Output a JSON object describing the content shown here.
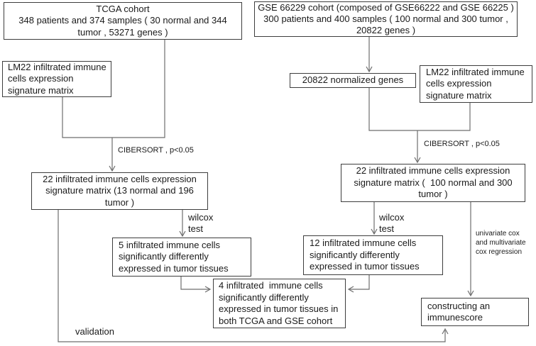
{
  "figure": {
    "background_color": "#ffffff",
    "box_border_color": "#3d3d3d",
    "line_color": "#6e6e6e",
    "text_color": "#1a1a1a"
  },
  "boxes": {
    "tcga": {
      "text": "TCGA cohort\n348 patients and 374 samples ( 30 normal and 344\ntumor , 53271 genes )"
    },
    "gse": {
      "text": "GSE 66229 cohort (composed of GSE66222 and GSE 66225 )\n300 patients and 400 samples ( 100 normal and 300 tumor ,\n20822 genes )"
    },
    "lm22_left": {
      "text": "LM22 infiltrated immune\ncells expression\nsignature matrix"
    },
    "normalized_genes": {
      "text": "20822 normalized genes"
    },
    "lm22_right": {
      "text": "LM22 infiltrated immune\ncells expression\nsignature matrix"
    },
    "matrix_tcga": {
      "text": "22 infiltrated immune cells expression\nsignature matrix (13 normal and 196\ntumor )"
    },
    "matrix_gse": {
      "text": "22 infiltrated immune cells expression\nsignature matrix (  100 normal and 300\ntumor )"
    },
    "five_cells": {
      "text": "5 infiltrated immune cells\nsignificantly differently\nexpressed in tumor tissues"
    },
    "twelve_cells": {
      "text": "12 infiltrated immune cells\nsignificantly differently\nexpressed in tumor tissues"
    },
    "four_cells": {
      "text": "4 infiltrated  immune cells\nsignificantly differently\nexpressed in tumor tissues in\nboth TCGA and GSE cohort"
    },
    "immunescore": {
      "text": "constructing an\nimmunescore"
    }
  },
  "labels": {
    "cibersort_left": "CIBERSORT , p<0.05",
    "cibersort_right": "CIBERSORT , p<0.05",
    "wilcox_left": "wilcox\ntest",
    "wilcox_right": "wilcox\ntest",
    "cox": "univariate cox\nand multivariate\ncox regression",
    "validation": "validation"
  }
}
